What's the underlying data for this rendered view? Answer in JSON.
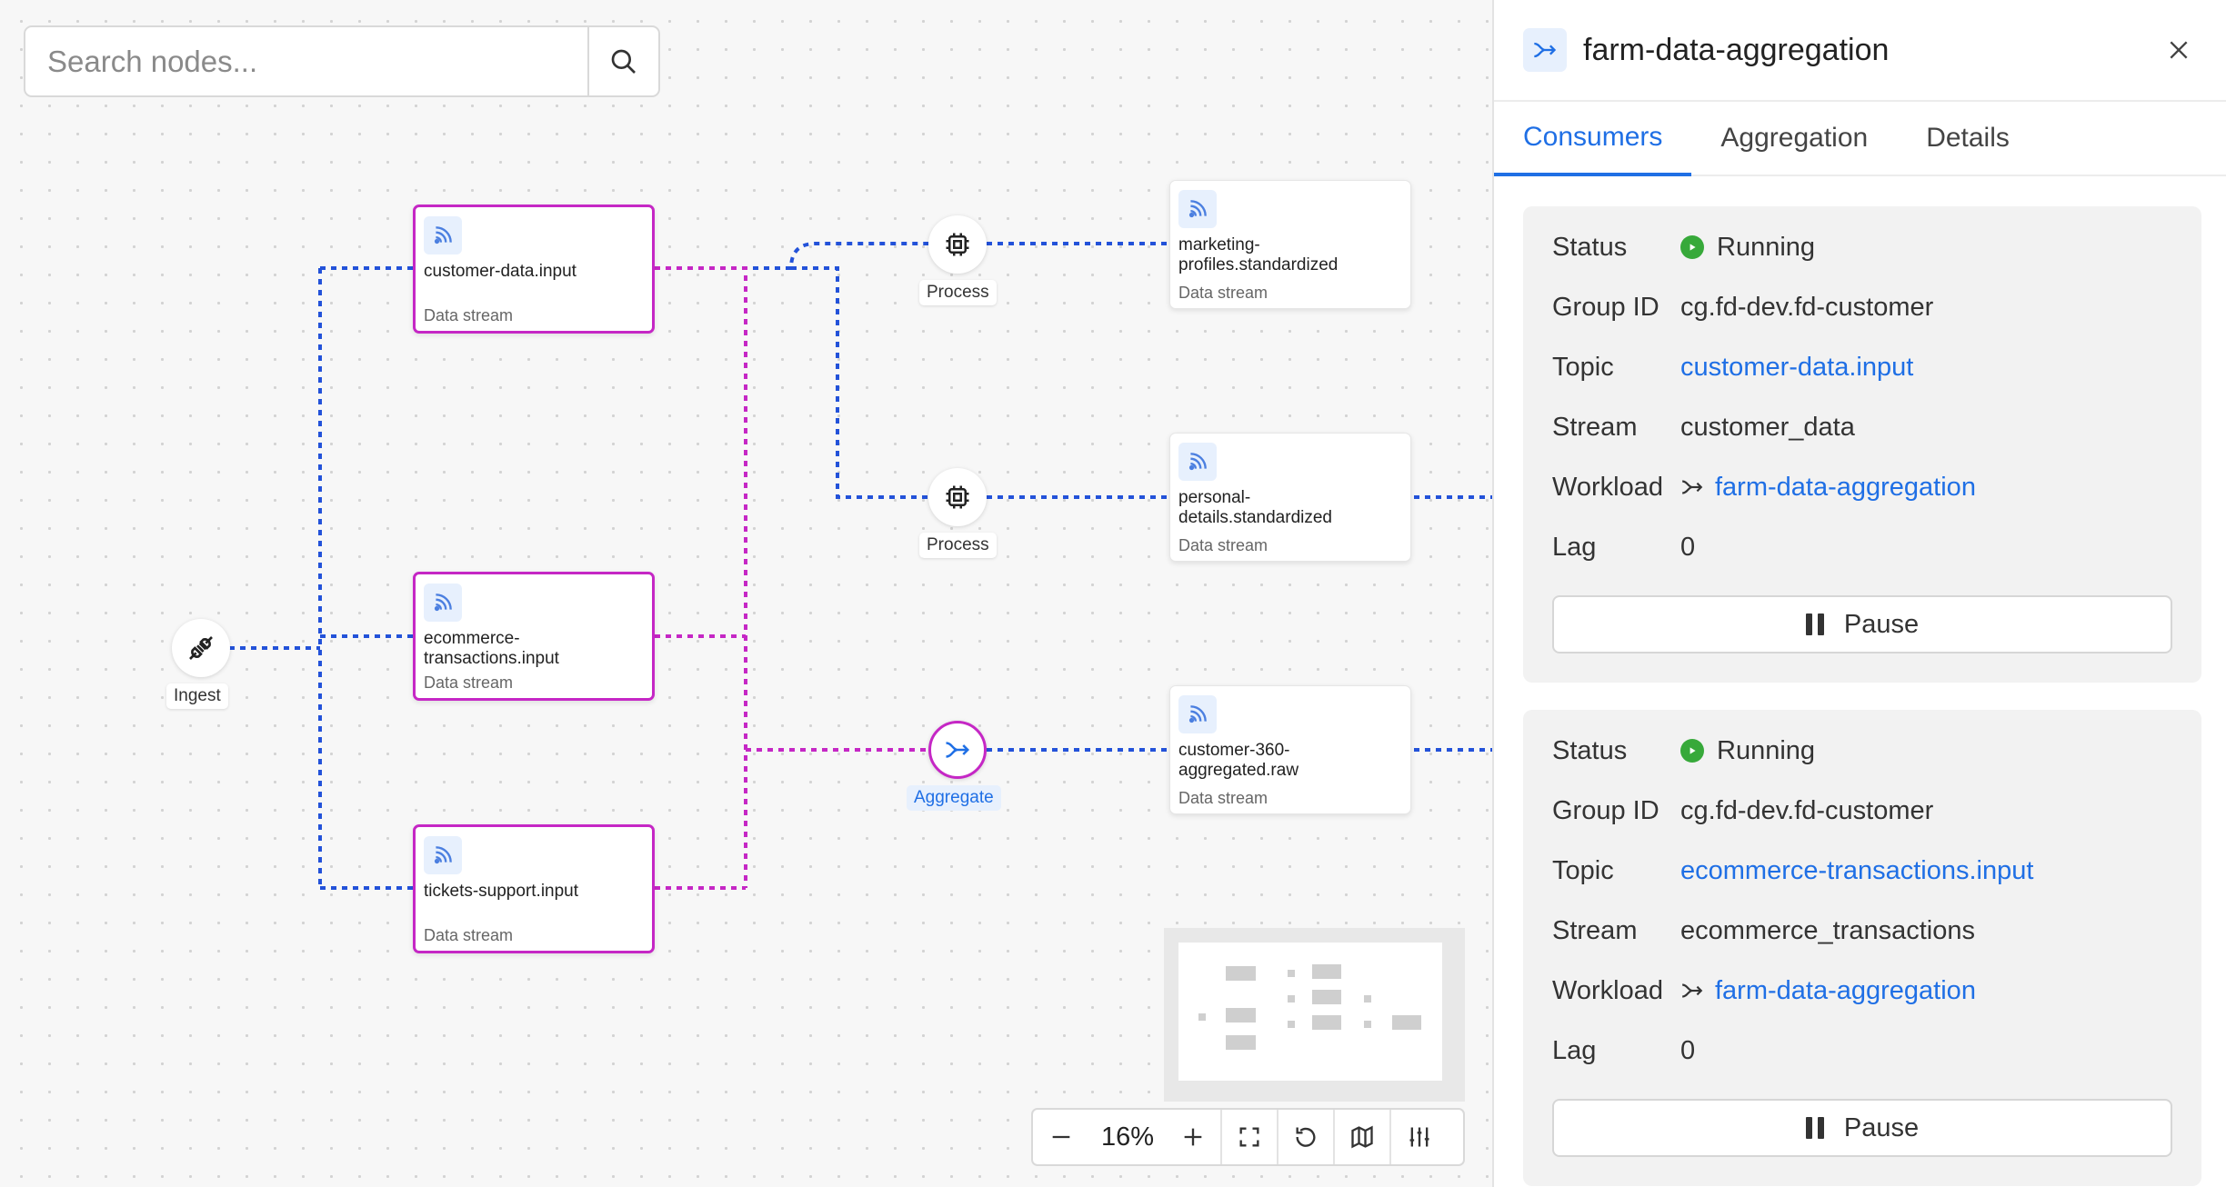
{
  "search": {
    "placeholder": "Search nodes..."
  },
  "nodes": {
    "customer_data_input": {
      "label": "customer-data.input",
      "sub": "Data stream"
    },
    "ecommerce_transactions_input": {
      "label": "ecommerce-transactions.input",
      "sub": "Data stream"
    },
    "tickets_support_input": {
      "label": "tickets-support.input",
      "sub": "Data stream"
    },
    "marketing_profiles": {
      "label": "marketing-profiles.standardized",
      "sub": "Data stream"
    },
    "personal_details": {
      "label": "personal-details.standardized",
      "sub": "Data stream"
    },
    "customer_360": {
      "label": "customer-360-aggregated.raw",
      "sub": "Data stream"
    }
  },
  "operators": {
    "ingest": "Ingest",
    "process_1": "Process",
    "process_2": "Process",
    "aggregate": "Aggregate"
  },
  "colors": {
    "flow_edge": "#2352d9",
    "selected_edge": "#c527c5",
    "accent": "#1f6fe5",
    "running": "#37a93a"
  },
  "zoom": {
    "level": "16%"
  },
  "panel": {
    "title": "farm-data-aggregation",
    "tabs": [
      "Consumers",
      "Aggregation",
      "Details"
    ],
    "active_tab": "Consumers",
    "labels": {
      "status": "Status",
      "group_id": "Group ID",
      "topic": "Topic",
      "stream": "Stream",
      "workload": "Workload",
      "lag": "Lag"
    },
    "consumers": [
      {
        "status": "Running",
        "group_id": "cg.fd-dev.fd-customer",
        "topic": "customer-data.input",
        "stream": "customer_data",
        "workload": "farm-data-aggregation",
        "lag": "0",
        "action": "Pause"
      },
      {
        "status": "Running",
        "group_id": "cg.fd-dev.fd-customer",
        "topic": "ecommerce-transactions.input",
        "stream": "ecommerce_transactions",
        "workload": "farm-data-aggregation",
        "lag": "0",
        "action": "Pause"
      }
    ]
  }
}
